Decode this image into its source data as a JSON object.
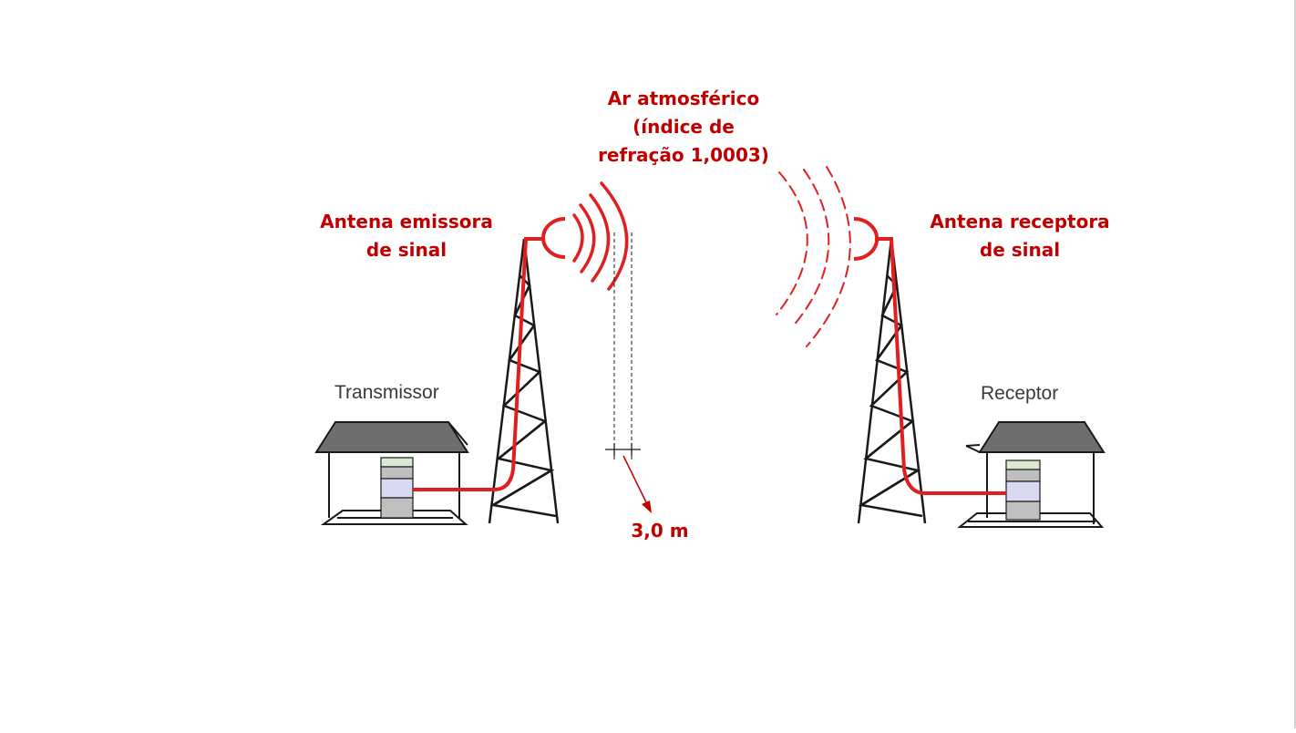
{
  "labels": {
    "medium": [
      "Ar atmosférico",
      "(índice de",
      "refração 1,0003)"
    ],
    "emitter_antenna": [
      "Antena emissora",
      "de sinal"
    ],
    "receiver_antenna": [
      "Antena receptora",
      "de sinal"
    ],
    "transmitter_house": "Transmissor",
    "receiver_house": "Receptor",
    "wavelength": "3,0 m"
  },
  "colors": {
    "accent": "#c00000",
    "signal": "#e02020",
    "structure": "#1a1a1a",
    "roof": "#6e6e6e",
    "house_text": "#3a3a3a",
    "rack_green": "#d9ead3",
    "rack_lavender": "#d9d9f3",
    "rack_gray": "#bfbfbf"
  }
}
